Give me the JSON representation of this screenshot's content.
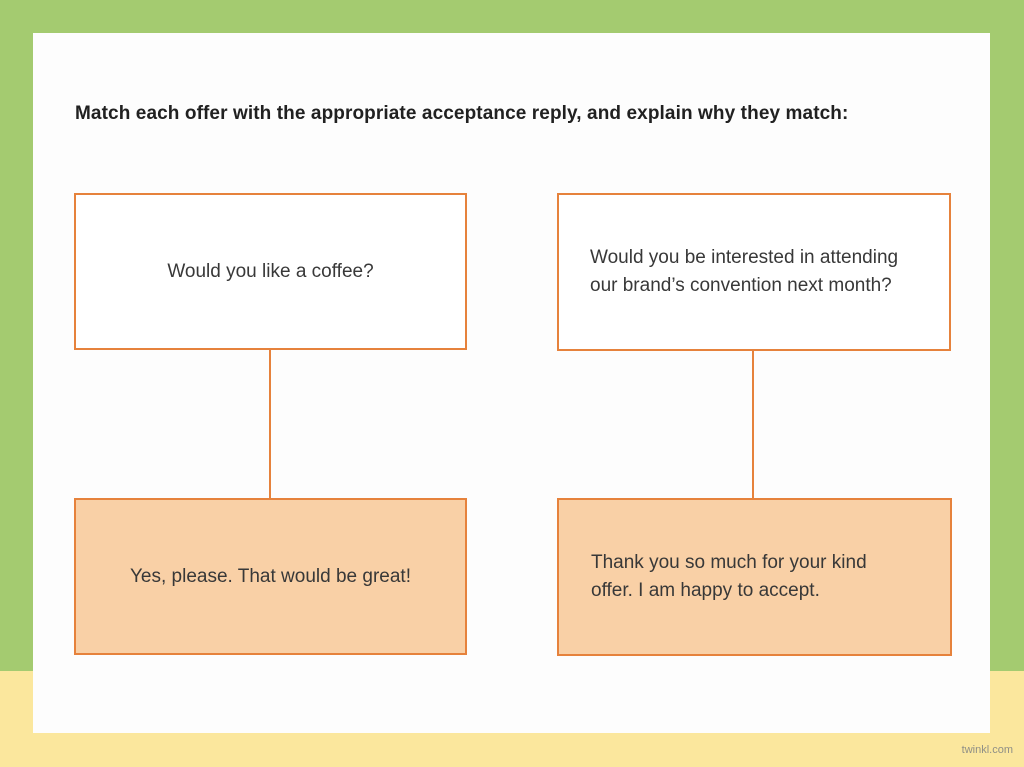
{
  "page": {
    "title": "Match each offer with the appropriate acceptance reply, and explain why they match:",
    "watermark": "twinkl.com"
  },
  "colors": {
    "frame_green": "#a4cb70",
    "footer_yellow": "#fbe79d",
    "panel_white": "#fdfdfd",
    "box_border_orange": "#e6823c",
    "reply_fill_orange": "#f9d0a6",
    "title_text": "#212121",
    "box_text": "#383838",
    "watermark_text": "#8f8f86"
  },
  "matching": {
    "offers": [
      {
        "id": "offer-1",
        "text": "Would you like a coffee?"
      },
      {
        "id": "offer-2",
        "text": "Would you be interested in attending our brand’s convention next month?"
      }
    ],
    "replies": [
      {
        "id": "reply-1",
        "text": "Yes, please. That would be great!"
      },
      {
        "id": "reply-2",
        "text": "Thank you so much for your kind offer. I am happy to accept."
      }
    ]
  }
}
